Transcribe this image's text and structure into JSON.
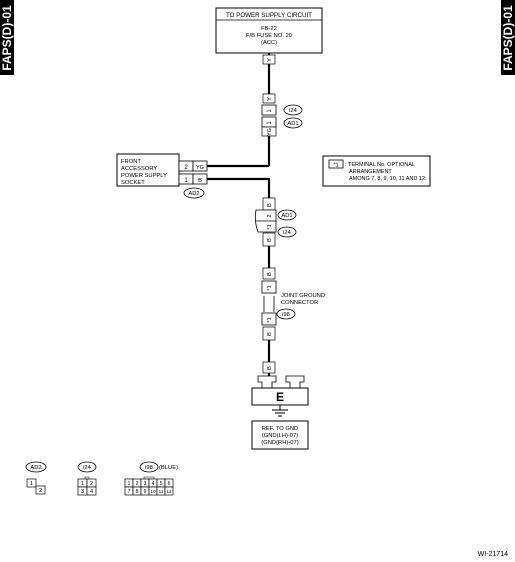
{
  "side_tab_text": "FAPS(D)-01",
  "supply_box": {
    "title": "TO POWER SUPPLY CIRCUIT",
    "line1": "FB-22",
    "line2": "F/B FUSE NO. 20",
    "line3": "(ACC)"
  },
  "wire_colors": {
    "top": "Y",
    "mid": "YG",
    "right": "YG",
    "bottom": "B"
  },
  "connector_labels": {
    "i24": "i24",
    "ad1": "AD1",
    "ad2": "AD2",
    "i98": "i98"
  },
  "pins": {
    "p1": "1",
    "p2": "2",
    "p8": "8",
    "p9": "9",
    "pstar": "*1"
  },
  "socket": {
    "line1": "FRONT",
    "line2": "ACCESSORY",
    "line3": "POWER SUPPLY",
    "line4": "SOCKET",
    "pin2": "2",
    "pin1": "1",
    "wire2": "YG",
    "wire1": "B"
  },
  "note": {
    "badge": "*1",
    "line1": ": TERMINAL No. OPTIONAL",
    "line2": "ARRANGEMENT",
    "line3": "AMONG 7, 8, 9, 10, 11 AND 12"
  },
  "joint_ground": {
    "line1": "JOINT GROUND",
    "line2": "CONNECTOR"
  },
  "ground_label": "E",
  "ref_box": {
    "line1": "REF. TO GND",
    "line2": "(GND(LH)-07)",
    "line3": "(GND(RH)-07)"
  },
  "legend": {
    "ad2": {
      "label": "AD2",
      "cells": [
        "1",
        "2"
      ]
    },
    "i24": {
      "label": "i24",
      "cells": [
        "1",
        "2",
        "3",
        "4"
      ]
    },
    "i98": {
      "label": "i98",
      "color_note": "(BLUE)",
      "cells": [
        "1",
        "2",
        "3",
        "4",
        "5",
        "6",
        "7",
        "8",
        "9",
        "10",
        "11",
        "12"
      ]
    }
  },
  "figure_id": "WI-21714"
}
